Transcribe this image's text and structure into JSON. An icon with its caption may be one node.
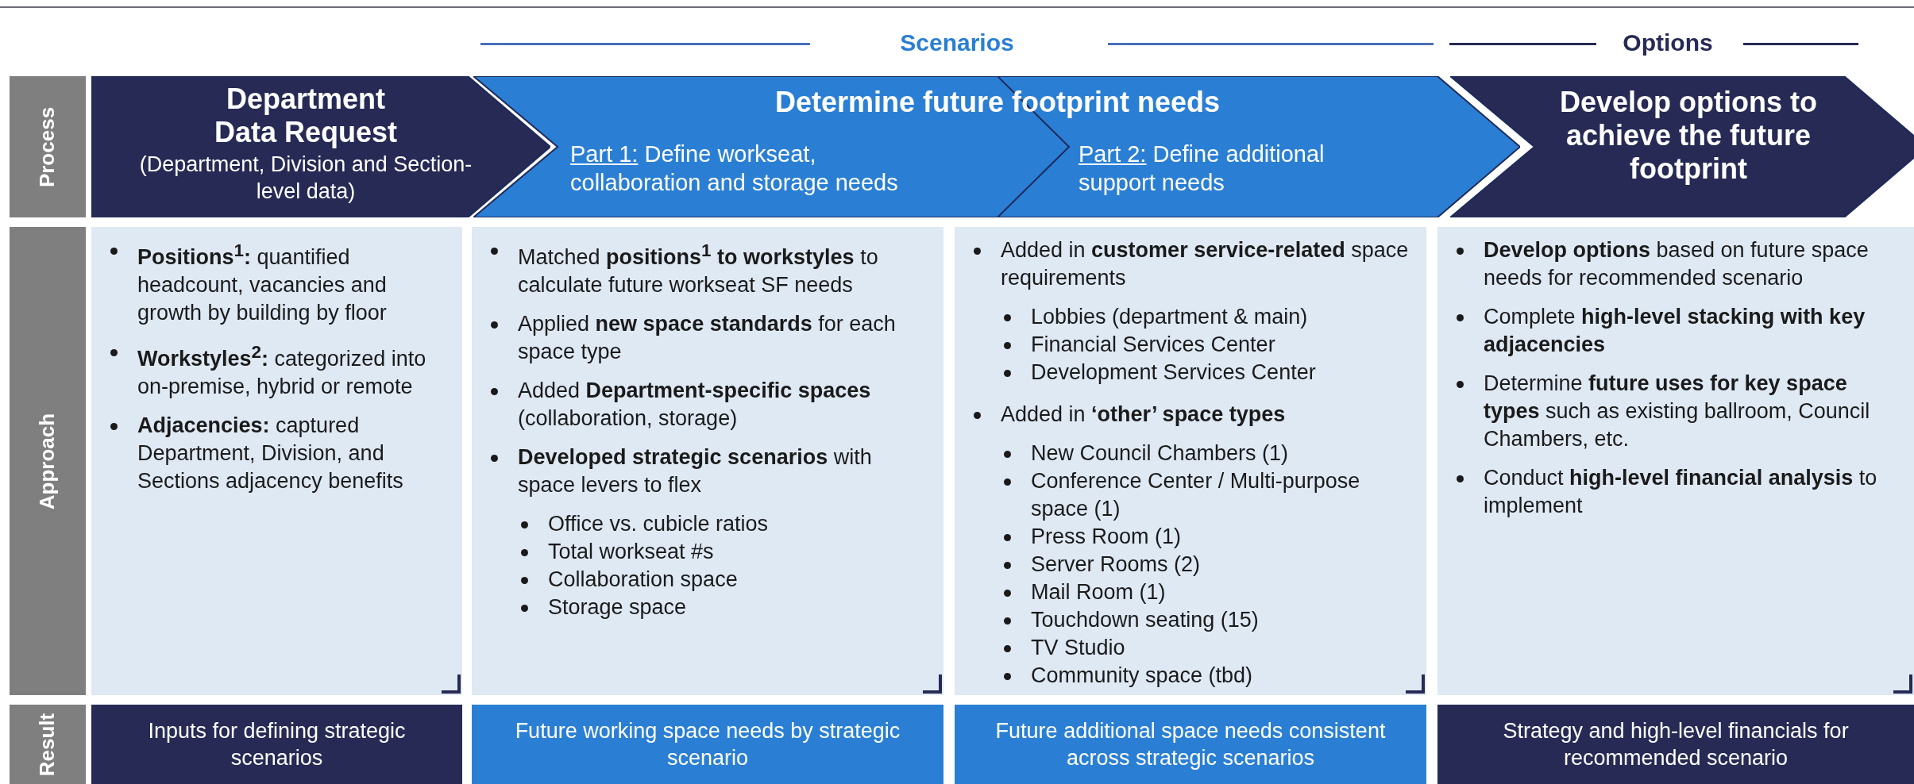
{
  "diagram": {
    "nodes": [
      {
        "text": [
          "Process"
        ]
      },
      {
        "text": [
          "Department Data Request",
          "(Department, Division and Section-level data)"
        ]
      },
      {
        "text": [
          "Determine future footprint needs"
        ]
      },
      {
        "text": [
          "Part 1:",
          "Define workseat, collaboration and storage needs"
        ],
        "in": 2
      },
      {
        "text": [
          "Part 2:",
          "Define additional support needs"
        ],
        "in": 2
      },
      {
        "text": [
          "Develop options to achieve the future footprint"
        ]
      },
      {
        "text": [
          "Approach"
        ]
      },
      {
        "text": [
          "**Positions$^{1}$:** quantified headcount, vacancies and growth by building by floor",
          "**Workstyles$^{2}$:** categorized into on-premise, hybrid or remote",
          "**Adjacencies:** captured Department, Division, and Sections adjacency benefits"
        ]
      },
      {
        "text": [
          "Matched **positions$^{1}$ to workstyles** to calculate future workseat SF needs",
          "Applied **new space standards** for each space type",
          "Added **Department-specific spaces** (collaboration, storage)",
          "**Developed strategic scenarios** with space levers to flex",
          "Office vs. cubicle ratios",
          "Total workseat #s",
          "Collaboration space",
          "Storage space"
        ]
      },
      {
        "text": [
          "Added in **customer service-related** space requirements",
          "Lobbies (department & main)",
          "Financial Services Center",
          "Development Services Center",
          "Added in **‘other’ space types**",
          "New Council Chambers (1)",
          "Conference Center / Multi-purpose space (1)",
          "Press Room (1)",
          "Server Rooms (2)",
          "Mail Room (1)",
          "Touchdown seating (15)",
          "TV Studio",
          "Community space (tbd)"
        ]
      },
      {
        "text": [
          "**Develop options** based on future space needs for recommended scenario",
          "Complete **high-level stacking with key adjacencies**",
          "Determine **future uses for key space types** such as existing ballroom, Council Chambers, etc.",
          "Conduct **high-level financial analysis** to implement"
        ]
      },
      {
        "text": [
          "Result"
        ]
      },
      {
        "text": [
          "Inputs for defining strategic scenarios"
        ]
      },
      {
        "text": [
          "Future working space needs by strategic scenario"
        ]
      },
      {
        "text": [
          "Future additional space needs consistent across strategic scenarios"
        ]
      },
      {
        "text": [
          "Strategy and high-level financials for recommended scenario"
        ]
      }
    ],
    "labels": [
      "Scenarios",
      "Options"
    ]
  }
}
